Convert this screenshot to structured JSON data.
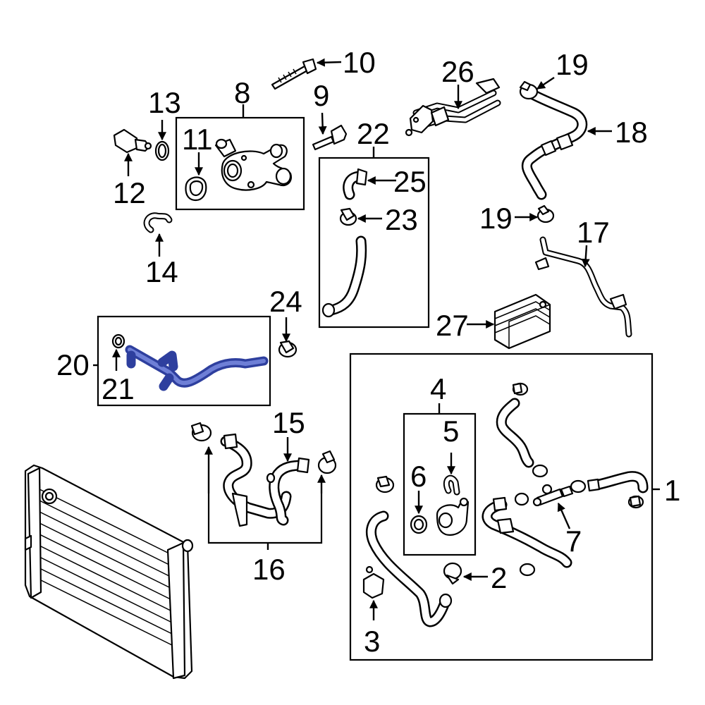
{
  "colors": {
    "highlight": "#2e3f9e",
    "highlight_light": "#6e7fd6",
    "line": "#000000",
    "background": "#ffffff"
  },
  "callouts": {
    "c1": "1",
    "c2": "2",
    "c3": "3",
    "c4": "4",
    "c5": "5",
    "c6": "6",
    "c7": "7",
    "c8": "8",
    "c9": "9",
    "c10": "10",
    "c11": "11",
    "c12": "12",
    "c13": "13",
    "c14": "14",
    "c15": "15",
    "c16": "16",
    "c17": "17",
    "c18": "18",
    "c19a": "19",
    "c19b": "19",
    "c20": "20",
    "c21": "21",
    "c22": "22",
    "c23": "23",
    "c24": "24",
    "c25": "25",
    "c26": "26",
    "c27": "27"
  },
  "highlighted_part": "20"
}
